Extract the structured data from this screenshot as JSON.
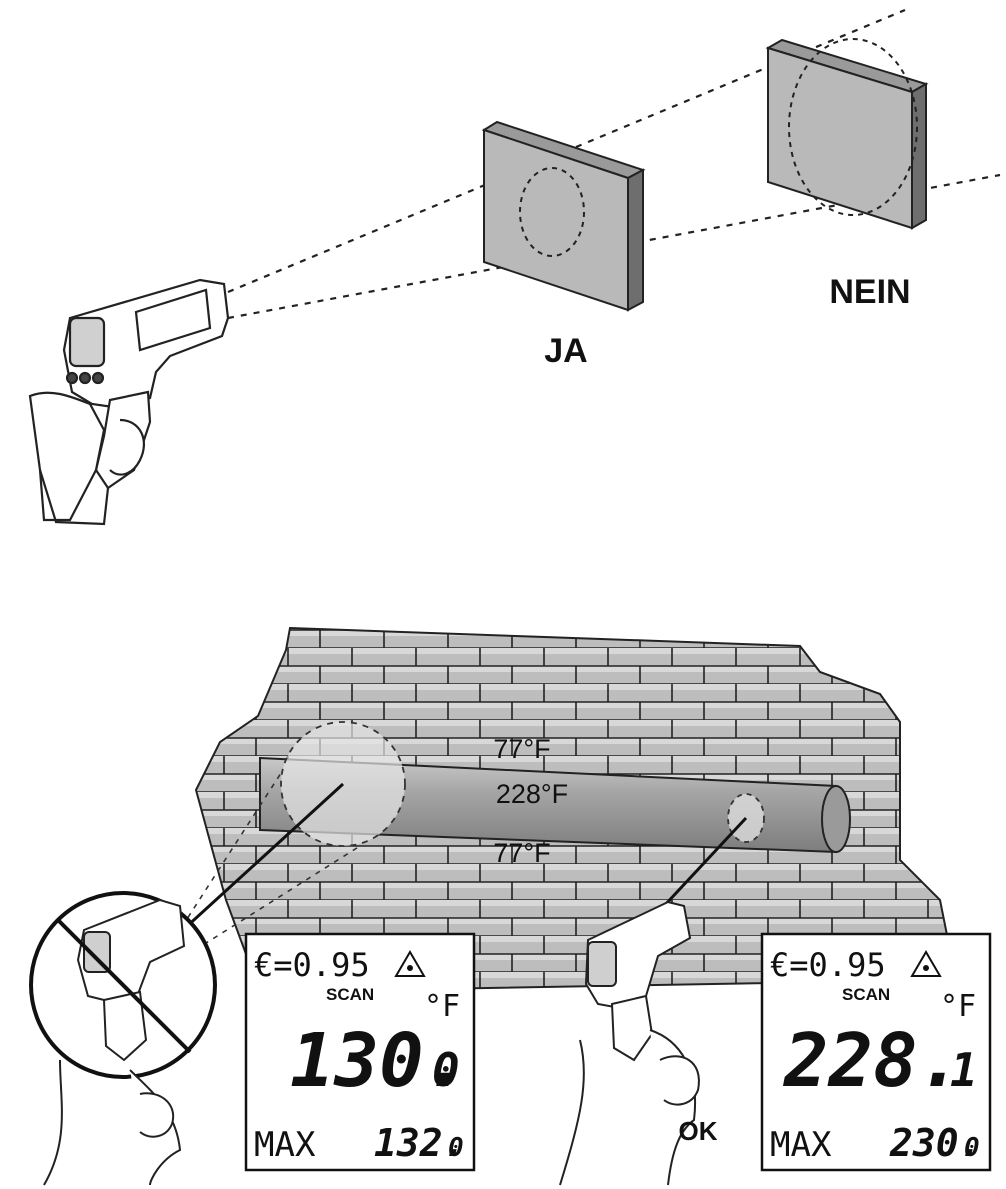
{
  "top_panel": {
    "label_yes": "JA",
    "label_no": "NEIN"
  },
  "bottom_panel": {
    "pipe_temp": "228°F",
    "wall_temp_upper": "77°F",
    "wall_temp_lower": "77°F",
    "ok_label": "OK",
    "display_left": {
      "emissivity": "€=0.95",
      "mode": "SCAN",
      "unit": "°F",
      "reading_main": "130.",
      "reading_decimal": "0",
      "max_label": "MAX",
      "max_value_main": "132.",
      "max_value_decimal": "0"
    },
    "display_right": {
      "emissivity": "€=0.95",
      "mode": "SCAN",
      "unit": "°F",
      "reading_main": "228.",
      "reading_decimal": "1",
      "max_label": "MAX",
      "max_value_main": "230.",
      "max_value_decimal": "0"
    }
  }
}
